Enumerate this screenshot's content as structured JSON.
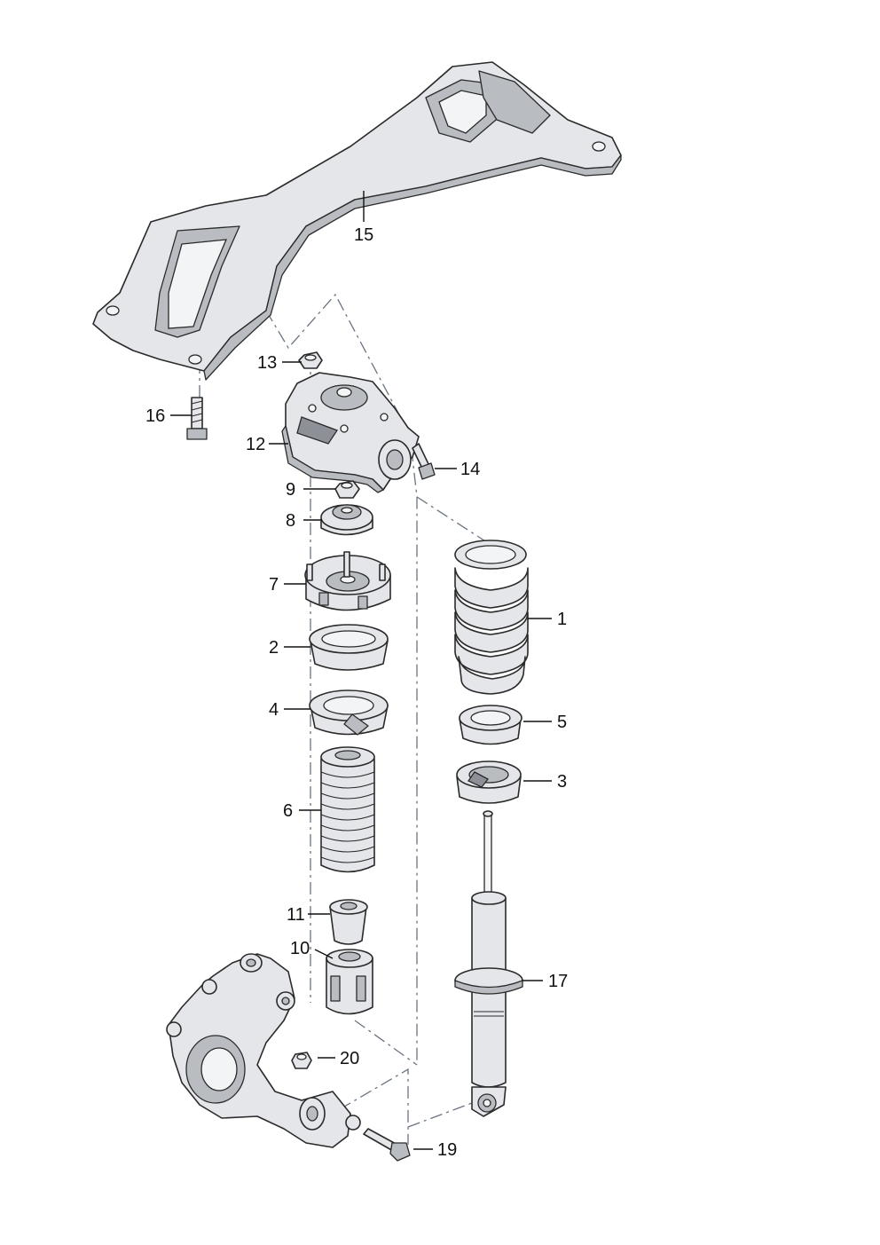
{
  "callouts": [
    {
      "id": "1",
      "label": "1"
    },
    {
      "id": "2",
      "label": "2"
    },
    {
      "id": "3",
      "label": "3"
    },
    {
      "id": "4",
      "label": "4"
    },
    {
      "id": "5",
      "label": "5"
    },
    {
      "id": "6",
      "label": "6"
    },
    {
      "id": "7",
      "label": "7"
    },
    {
      "id": "8",
      "label": "8"
    },
    {
      "id": "9",
      "label": "9"
    },
    {
      "id": "10",
      "label": "10"
    },
    {
      "id": "11",
      "label": "11"
    },
    {
      "id": "12",
      "label": "12"
    },
    {
      "id": "13",
      "label": "13"
    },
    {
      "id": "14",
      "label": "14"
    },
    {
      "id": "15",
      "label": "15"
    },
    {
      "id": "16",
      "label": "16"
    },
    {
      "id": "17",
      "label": "17"
    },
    {
      "id": "19",
      "label": "19"
    },
    {
      "id": "20",
      "label": "20"
    }
  ]
}
